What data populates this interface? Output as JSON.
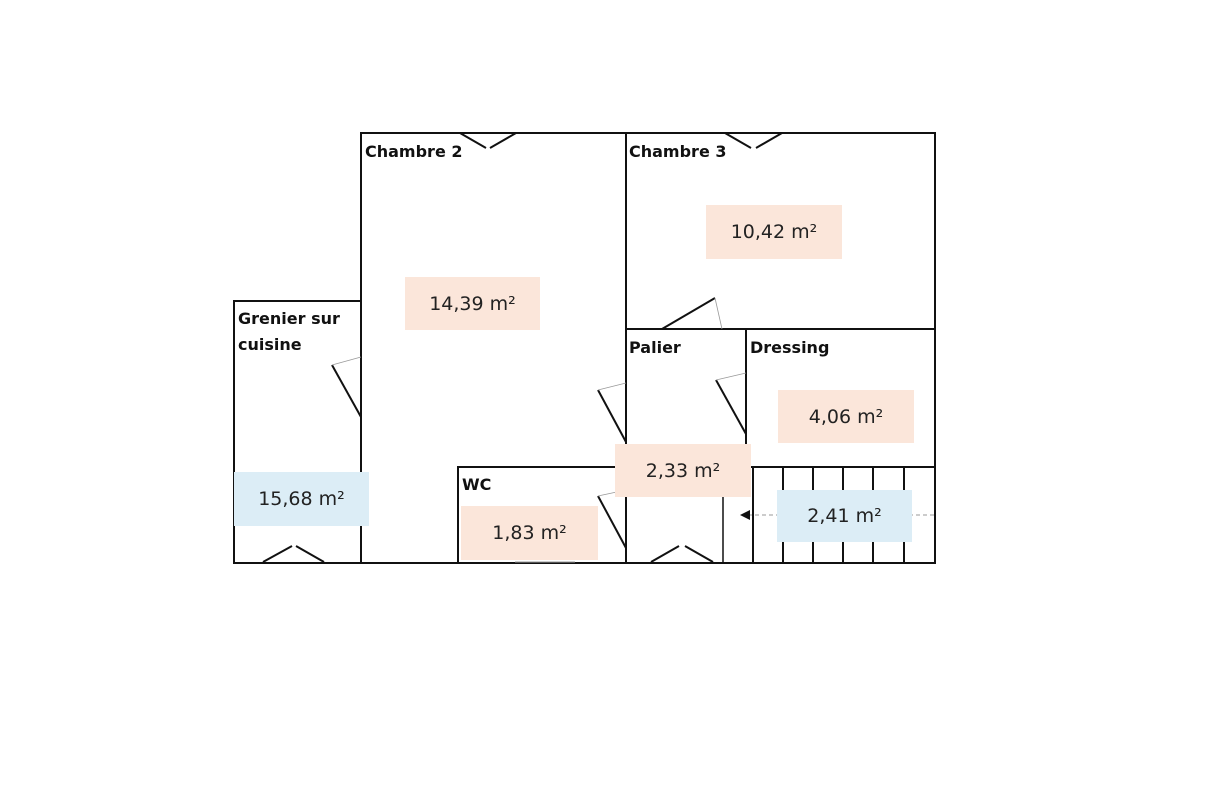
{
  "colors": {
    "area_highlight": "#fbe6da",
    "stair_highlight": "#dcedf6",
    "wall": "#111111"
  },
  "rooms": {
    "chambre2": {
      "name": "Chambre 2",
      "area": "14,39 m²"
    },
    "chambre3": {
      "name": "Chambre 3",
      "area": "10,42 m²"
    },
    "grenier": {
      "name_line1": "Grenier sur",
      "name_line2": "cuisine",
      "area": "15,68 m²"
    },
    "palier": {
      "name": "Palier",
      "area": "2,33 m²"
    },
    "dressing": {
      "name": "Dressing",
      "area": "4,06 m²"
    },
    "wc": {
      "name": "WC",
      "area": "1,83 m²"
    },
    "escalier": {
      "area": "2,41 m²"
    }
  }
}
